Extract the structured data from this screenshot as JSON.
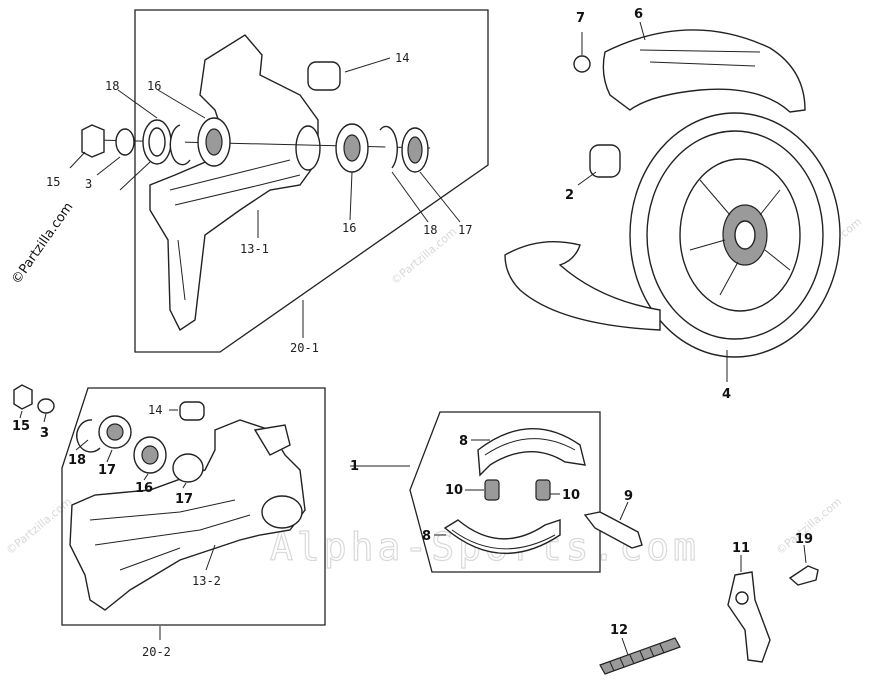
{
  "copyright": "©Partzilla.com",
  "watermark_site": "Alpha-Sports.com",
  "watermark_small": "©Partzilla.com",
  "labels": {
    "top_14": "14",
    "top_18": "18",
    "top_16a": "16",
    "top_15": "15",
    "top_3": "3",
    "top_13_1": "13-1",
    "top_16b": "16",
    "top_18b": "18",
    "top_17": "17",
    "top_20_1": "20-1",
    "r_7": "7",
    "r_6": "6",
    "r_2": "2",
    "r_4": "4",
    "b_15": "15",
    "b_3": "3",
    "b_14": "14",
    "b_18": "18",
    "b_17a": "17",
    "b_16": "16",
    "b_17b": "17",
    "b_13_2": "13-2",
    "b_20_2": "20-2",
    "c_1": "1",
    "c_8a": "8",
    "c_10a": "10",
    "c_10b": "10",
    "c_8b": "8",
    "c_9": "9",
    "c_11": "11",
    "c_19": "19",
    "c_12": "12"
  }
}
